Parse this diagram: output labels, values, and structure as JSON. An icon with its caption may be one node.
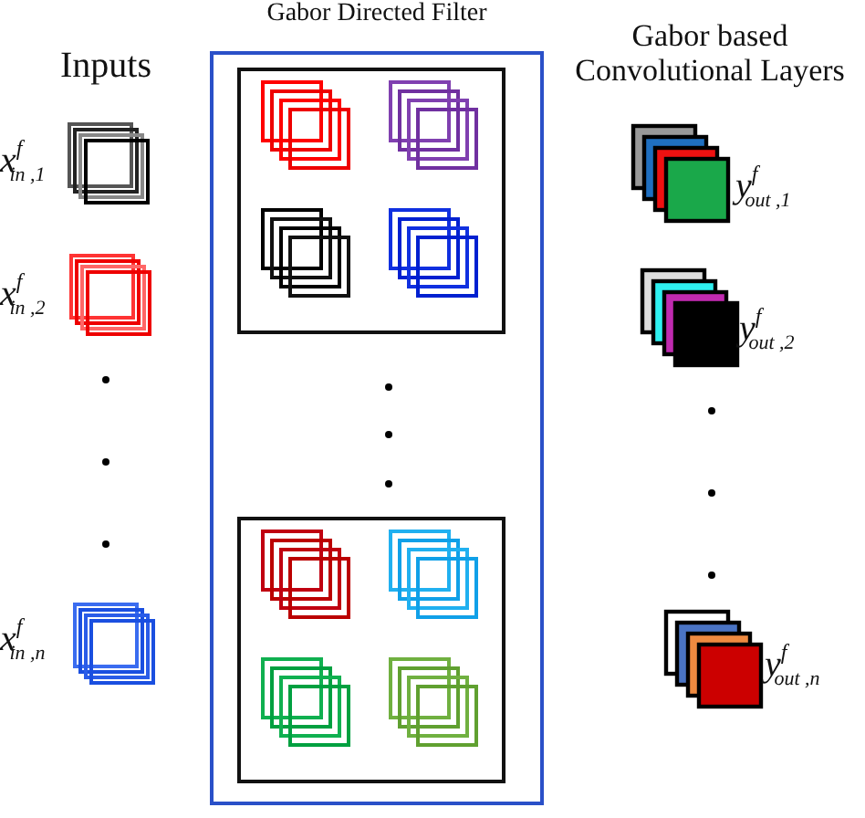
{
  "diagram": {
    "nodes": [
      {
        "text": [
          "Gabor Directed Filter"
        ]
      },
      {
        "text": [],
        "shape": "box",
        "in": 0
      },
      {
        "text": [],
        "shape": "box",
        "in": 0
      }
    ],
    "edges": [],
    "labels": [
      "Inputs",
      "x$^{f}$$_{in ,1}$",
      "x$^{f}$$_{in ,2}$",
      "x$^{f}$$_{in ,n}$",
      "Gabor based Convolutional Layers",
      "y$^{f}$$_{out ,1}$",
      "y$^{f}$$_{out ,2}$",
      "y$^{f}$$_{out ,n}$"
    ]
  }
}
